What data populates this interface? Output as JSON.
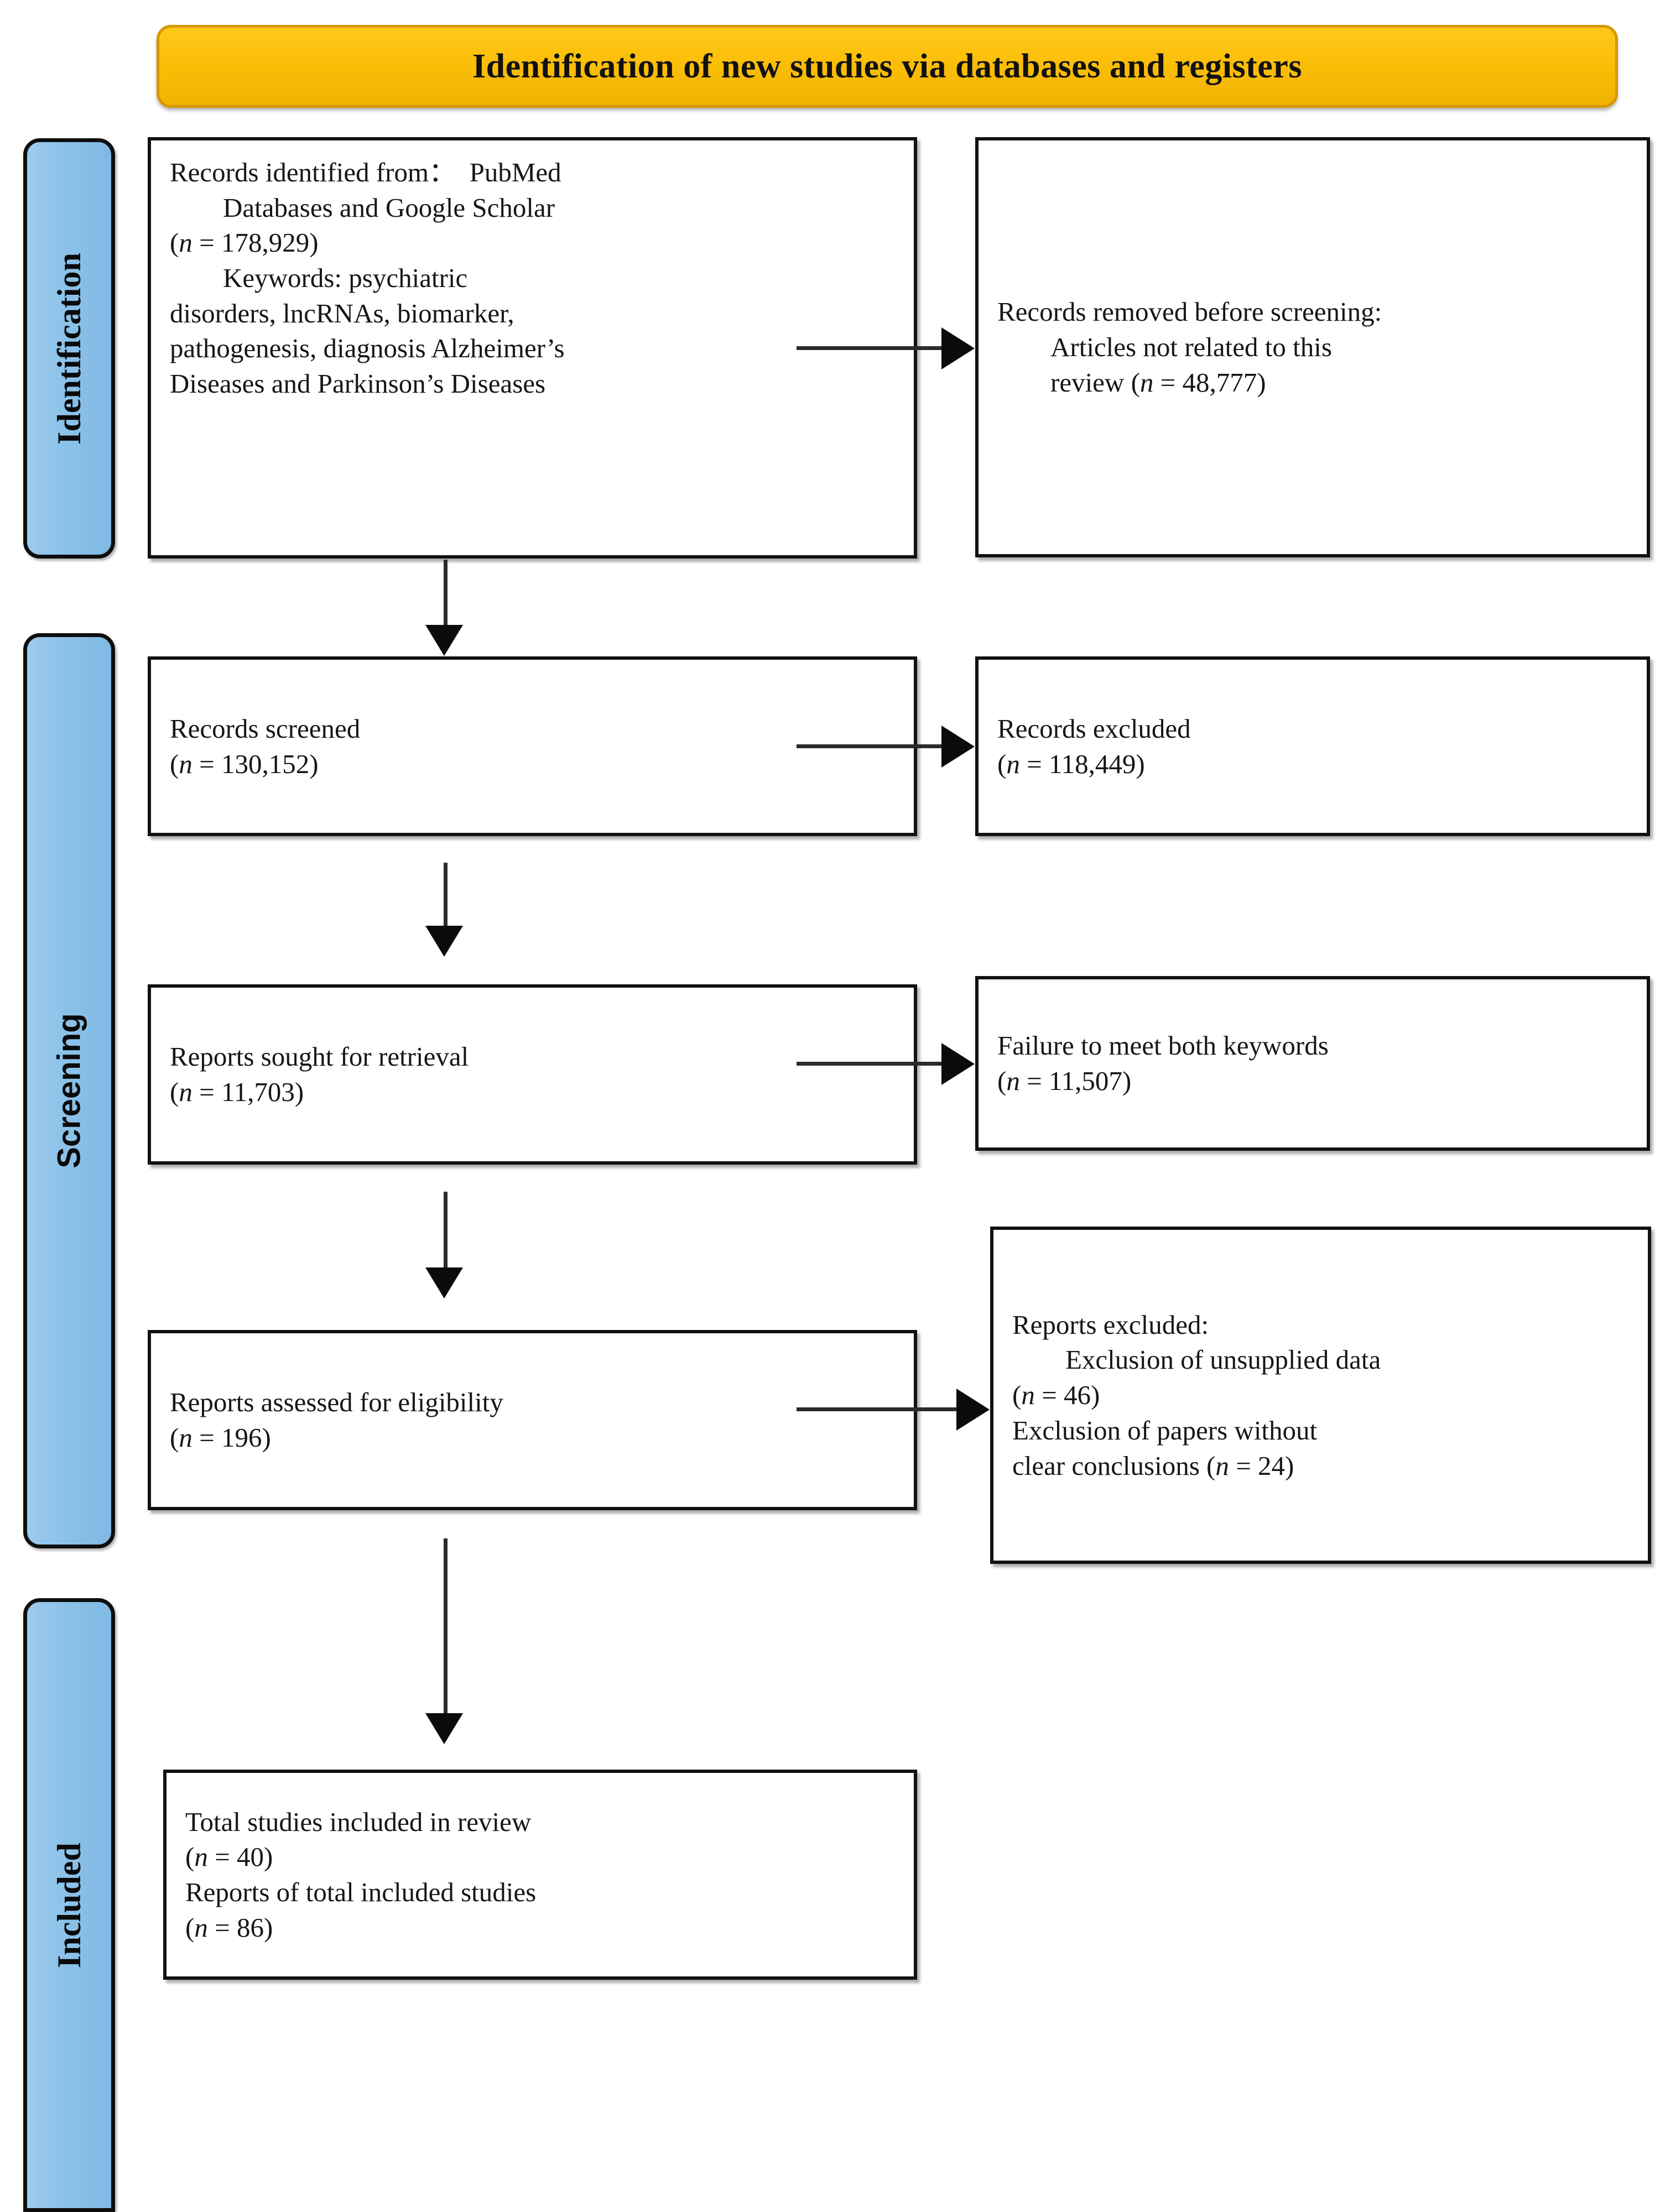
{
  "banner": {
    "title": "Identification of new studies via databases and registers"
  },
  "stages": [
    {
      "id": "identification",
      "label": "Identification"
    },
    {
      "id": "screening",
      "label": "Screening"
    },
    {
      "id": "included",
      "label": "Included"
    }
  ],
  "boxes": {
    "identified": {
      "lines": [
        "Records identified from：  PubMed",
        "Databases and Google Scholar",
        "(n = 178,929)",
        "Keywords: psychiatric",
        "disorders, lncRNAs, biomarker,",
        "pathogenesis, diagnosis Alzheimer’s",
        "Diseases and Parkinson’s Diseases"
      ]
    },
    "removed": {
      "lines": [
        "Records removed before screening:",
        "Articles not related to this",
        "review (n = 48,777)"
      ]
    },
    "screened": {
      "lines": [
        "Records screened",
        "(n = 130,152)"
      ]
    },
    "excluded1": {
      "lines": [
        "Records excluded",
        "(n = 118,449)"
      ]
    },
    "sought": {
      "lines": [
        "Reports sought for retrieval",
        "(n = 11,703)"
      ]
    },
    "failure": {
      "lines": [
        "Failure to meet both keywords",
        "(n = 11,507)"
      ]
    },
    "assessed": {
      "lines": [
        "Reports assessed for eligibility",
        "(n = 196)"
      ]
    },
    "excluded2": {
      "lines": [
        "Reports excluded:",
        "Exclusion of unsupplied data",
        "(n = 46)",
        "Exclusion of papers without",
        "clear conclusions (n = 24)"
      ]
    },
    "included": {
      "lines": [
        "Total studies included in review",
        "(n = 40)",
        "Reports of total included studies",
        "(n = 86)"
      ]
    }
  },
  "counts": {
    "records_identified": "178,929",
    "records_removed_before_screening": "48,777",
    "records_screened": "130,152",
    "records_excluded": "118,449",
    "reports_sought_for_retrieval": "11,703",
    "failure_to_meet_both_keywords": "11,507",
    "reports_assessed_for_eligibility": "196",
    "excluded_unsupplied_data": "46",
    "excluded_no_clear_conclusions": "24",
    "total_studies_included": "40",
    "reports_of_total_included_studies": "86"
  },
  "colors": {
    "banner_fill": "#FBBE07",
    "banner_border": "#D79700",
    "stage_fill": "#8CC2E9",
    "stage_border": "#0E0E0E",
    "box_border": "#111111",
    "connector": "#2B2B2B",
    "text": "#161616"
  }
}
